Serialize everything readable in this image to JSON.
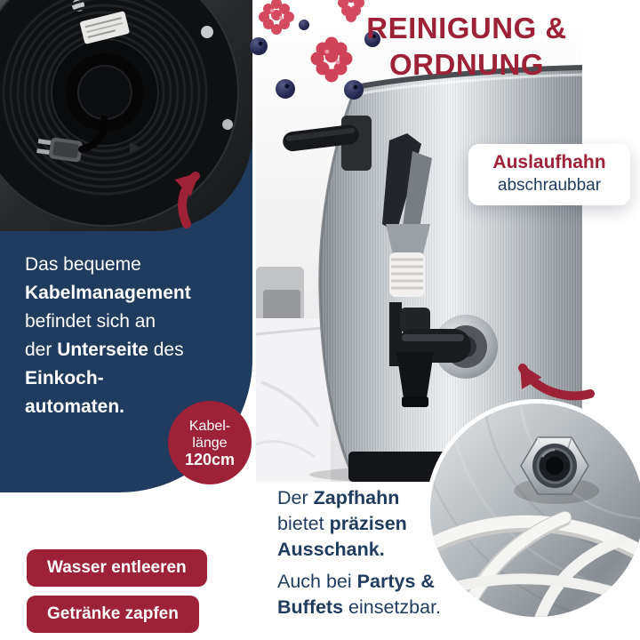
{
  "colors": {
    "navy": "#1f3b5e",
    "red": "#9e2237",
    "background": "#ffffff",
    "steel": "#c6cbcf"
  },
  "title": {
    "line1": "REINIGUNG &",
    "line2": "ORDNUNG"
  },
  "cable_panel": {
    "line1": "Das bequeme",
    "line2": "Kabelmanagement",
    "line3": "befindet sich an",
    "line4_pre": "der ",
    "line4_bold": "Unterseite",
    "line4_post": " des",
    "line5": "Einkoch-",
    "line6": "automaten."
  },
  "cable_badge": {
    "line1": "Kabel-",
    "line2": "länge",
    "value": "120cm"
  },
  "tap_callout": {
    "title": "Auslaufhahn",
    "subtitle": "abschraubbar"
  },
  "buttons": [
    {
      "label": "Wasser entleeren"
    },
    {
      "label": "Getränke zapfen"
    }
  ],
  "tap_paragraph": {
    "l1_pre": "Der ",
    "l1_bold": "Zapfhahn",
    "l2_pre": "bietet ",
    "l2_bold": "präzisen",
    "l3_bold": "Ausschank.",
    "l4_pre": "Auch bei ",
    "l4_bold": "Partys &",
    "l5_bold": "Buffets",
    "l5_post": " einsetzbar."
  },
  "icons": {
    "arrow_to_underside": "curved-arrow-up-icon",
    "arrow_to_tap": "curved-arrow-left-icon",
    "berries": "raspberries-blueberries-decoration"
  }
}
